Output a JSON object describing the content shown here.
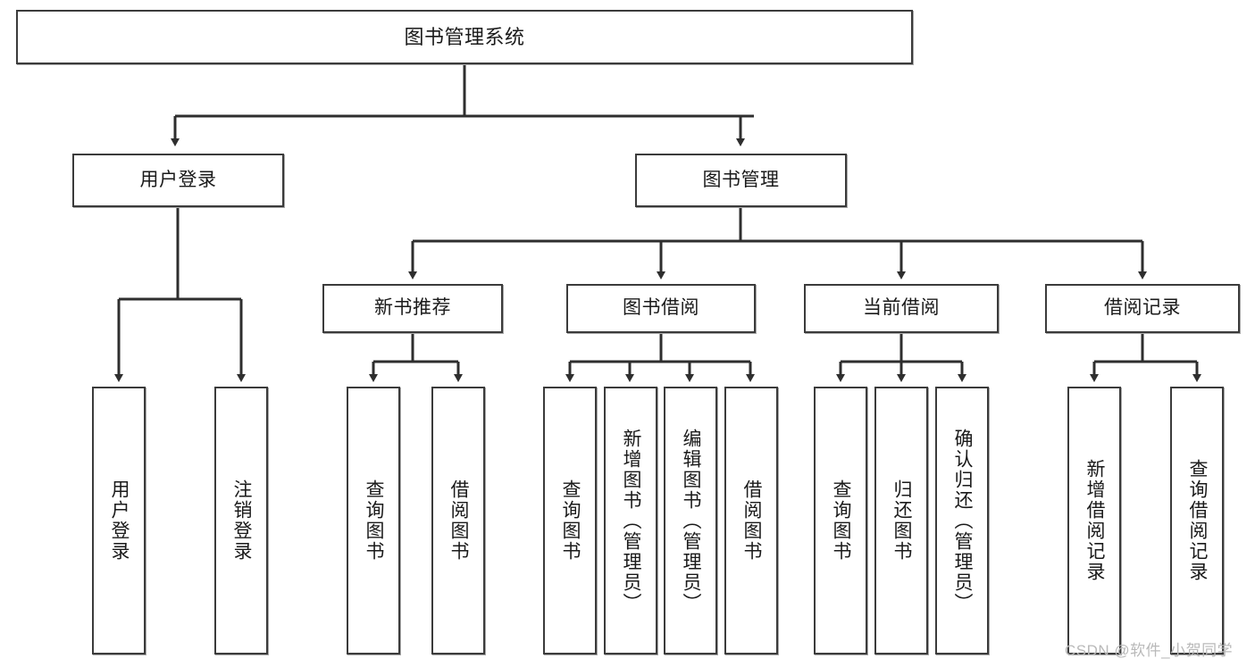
{
  "diagram": {
    "title_text": "图书管理系统",
    "type": "functional-structure-tree",
    "style": {
      "box_fill": "#ffffff",
      "box_border": "#3b3b3b",
      "edge_color": "#2e2e2e",
      "text_color": "#1a1a1a",
      "watermark_color": "#b9b9b9",
      "canvas_background": "#ffffff"
    },
    "root": {
      "label": "图书管理系统"
    },
    "level2": [
      {
        "label": "用户登录"
      },
      {
        "label": "图书管理"
      }
    ],
    "level3": [
      {
        "label": "新书推荐"
      },
      {
        "label": "图书借阅"
      },
      {
        "label": "当前借阅"
      },
      {
        "label": "借阅记录"
      }
    ],
    "leaves": {
      "user_login": [
        {
          "label": "用户登录"
        },
        {
          "label": "注销登录"
        }
      ],
      "new_book_recommend": [
        {
          "label": "查询图书"
        },
        {
          "label": "借阅图书"
        }
      ],
      "book_borrow": [
        {
          "label": "查询图书"
        },
        {
          "label": "新增图书（管理员）"
        },
        {
          "label": "编辑图书（管理员）"
        },
        {
          "label": "借阅图书"
        }
      ],
      "current_borrow": [
        {
          "label": "查询图书"
        },
        {
          "label": "归还图书"
        },
        {
          "label": "确认归还（管理员）"
        }
      ],
      "borrow_record": [
        {
          "label": "新增借阅记录"
        },
        {
          "label": "查询借阅记录"
        }
      ]
    }
  },
  "watermark": {
    "text": "CSDN @软件_小贺同学"
  }
}
